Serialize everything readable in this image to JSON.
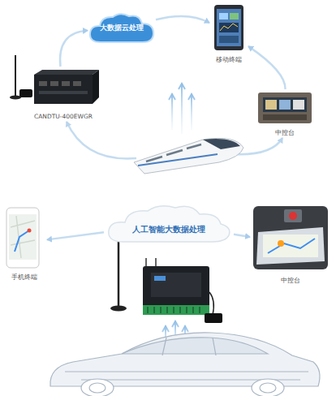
{
  "diagram": {
    "nodes": [
      {
        "text": [
          "大数据云处理"
        ]
      },
      {
        "text": [
          "移动终端"
        ]
      },
      {
        "text": [
          "CANDTU-400EWGR"
        ]
      },
      {
        "text": [
          "中控台"
        ]
      },
      {
        "text": [
          "人工智能大数据处理"
        ]
      },
      {
        "text": [
          "手机终端"
        ]
      },
      {
        "text": [
          "中控台"
        ]
      }
    ],
    "edges": [
      {
        "from": 2,
        "to": 0,
        "arrow": "to"
      },
      {
        "from": 0,
        "to": 1,
        "arrow": "to"
      },
      {
        "from": 3,
        "to": 1,
        "arrow": "to"
      },
      {
        "from": 4,
        "to": 5,
        "arrow": "to"
      },
      {
        "from": 4,
        "to": 6,
        "arrow": "to"
      }
    ]
  }
}
